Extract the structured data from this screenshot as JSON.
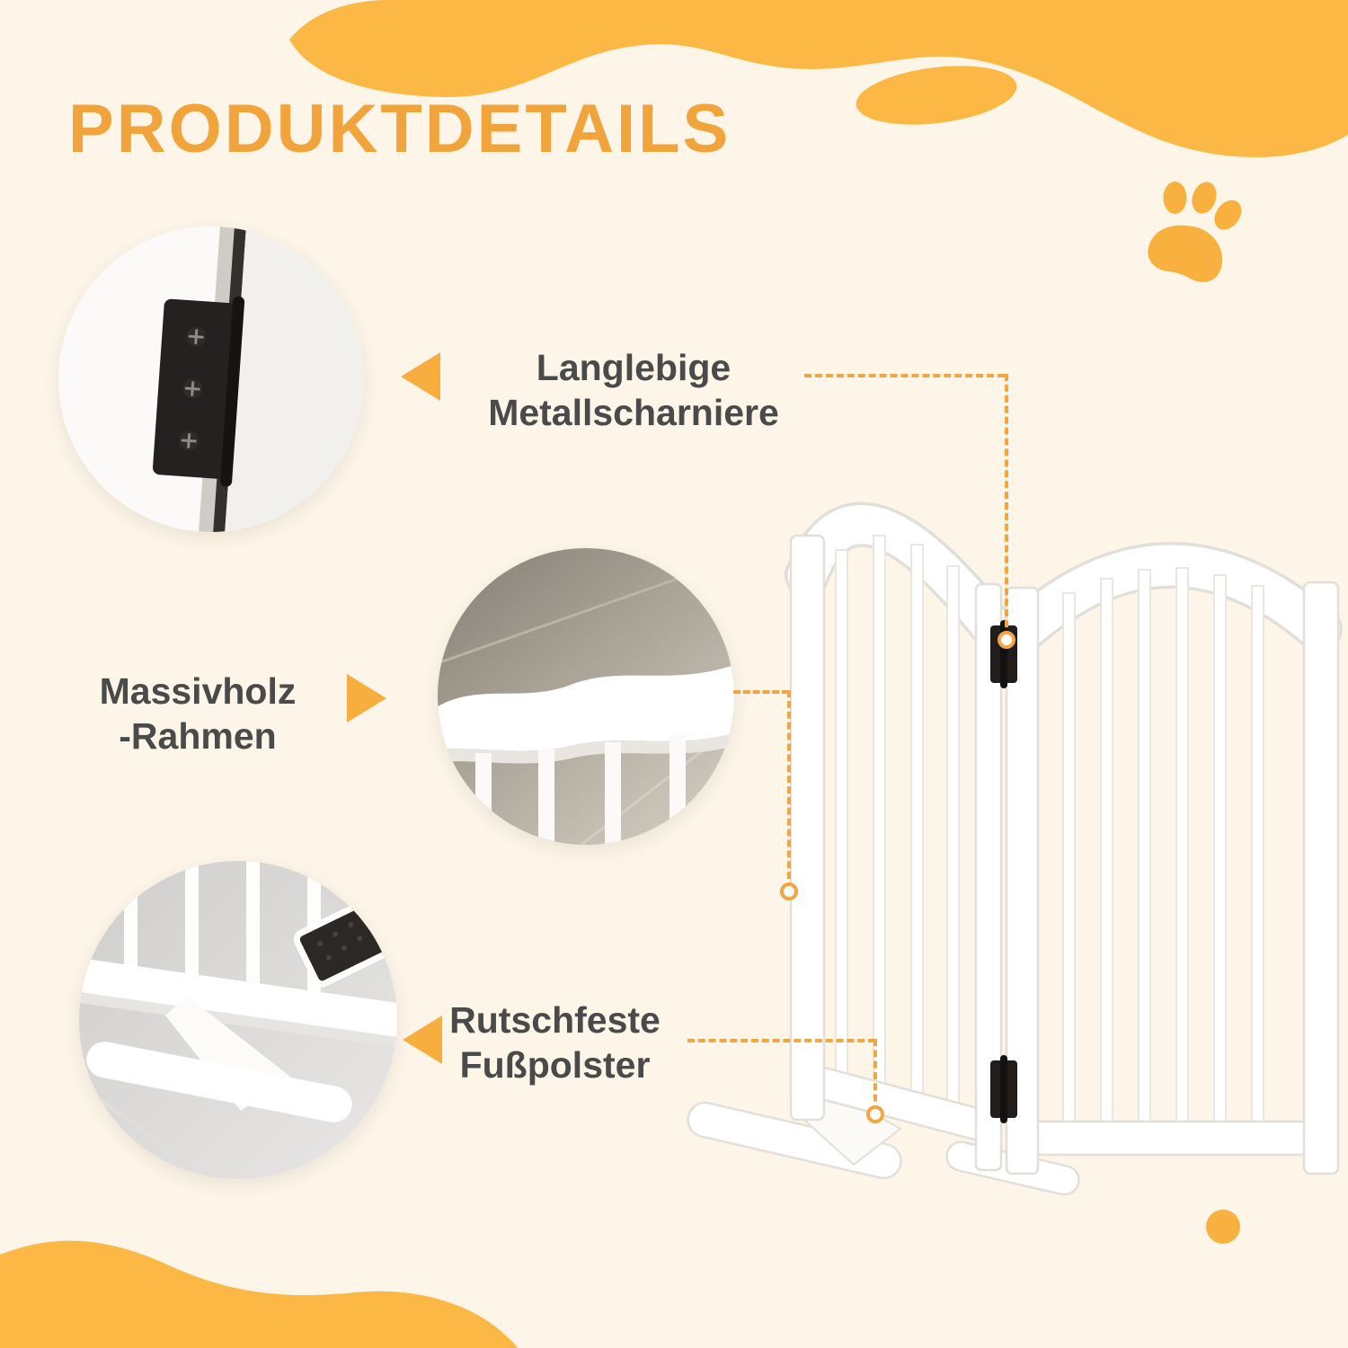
{
  "page": {
    "title": "PRODUKTDETAILS"
  },
  "callouts": {
    "hinge": {
      "label_line1": "Langlebige",
      "label_line2": "Metallscharniere"
    },
    "frame": {
      "label_line1": "Massivholz",
      "label_line2": "-Rahmen"
    },
    "footpads": {
      "label_line1": "Rutschfeste",
      "label_line2": "Fußpolster"
    }
  },
  "colors": {
    "background": "#FCF5E8",
    "wave_yellow": "#FBB845",
    "title_orange": "#F2A43C",
    "arrow_orange": "#F8AE3F",
    "connector_orange": "#EFA643",
    "label_text": "#4A4A4A",
    "hinge_black": "#24211F",
    "gate_white": "#FFFFFF"
  },
  "icons": {
    "paw": "paw-icon",
    "callout_arrow": "triangle-arrow-icon",
    "connector_endpoint": "dot-endpoint-icon",
    "hinge_photo": "metal-hinge-closeup",
    "frame_photo": "wood-frame-closeup",
    "footpad_photo": "foot-pad-closeup"
  }
}
